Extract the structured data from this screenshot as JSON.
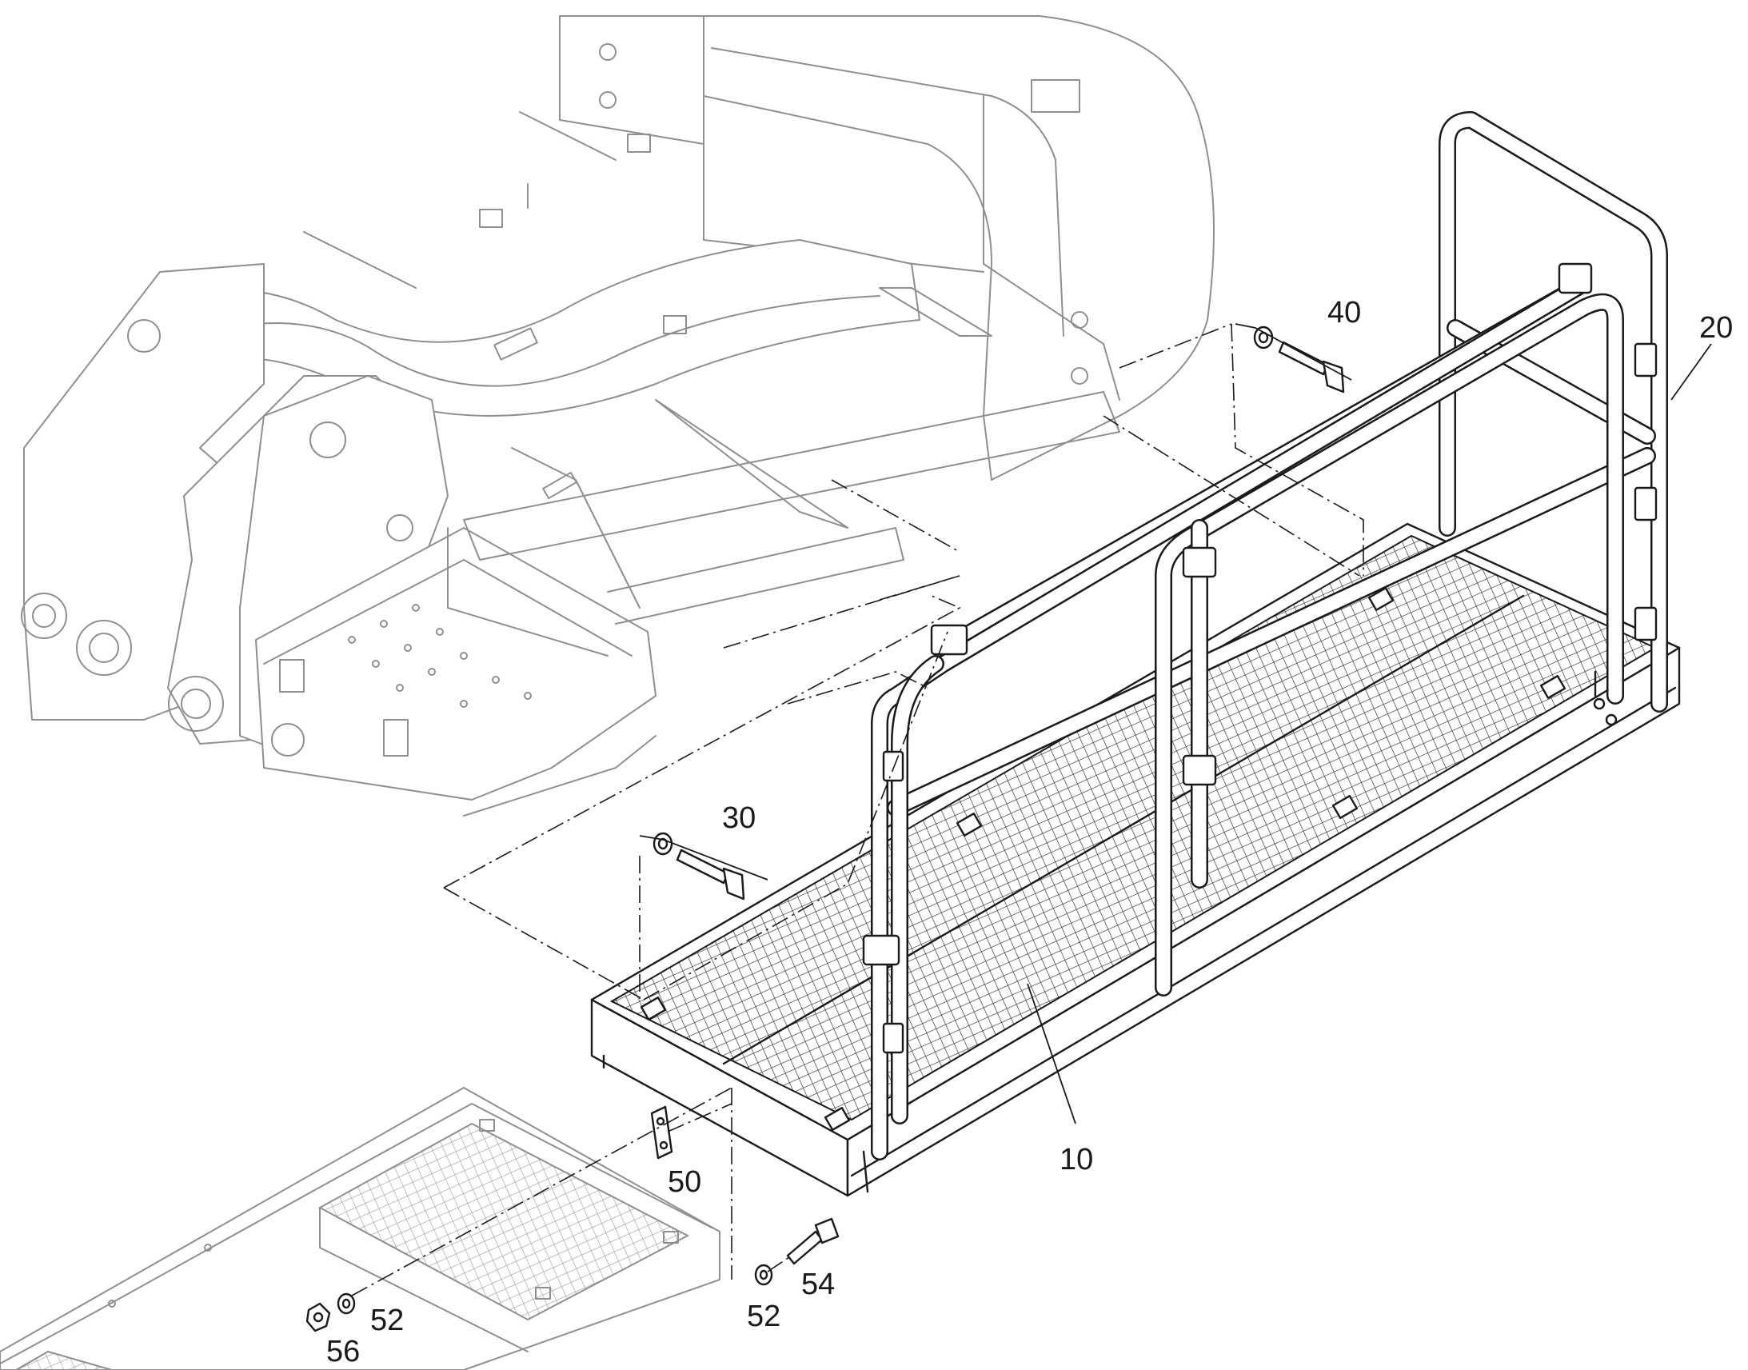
{
  "callouts": {
    "c10": "10",
    "c20": "20",
    "c30": "30",
    "c40": "40",
    "c50": "50",
    "c52_right": "52",
    "c52_left": "52",
    "c54": "54",
    "c56": "56"
  }
}
